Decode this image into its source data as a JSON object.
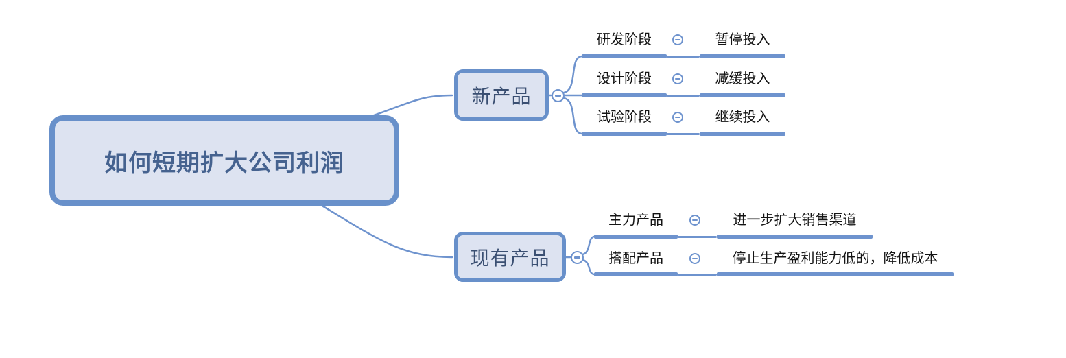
{
  "colors": {
    "accent_blue": "#6E93CE",
    "node_border": "#6890CA",
    "node_fill": "#DDE3F1",
    "root_text": "#45628F",
    "branch_text": "#3A4F72",
    "leaf_text": "#141414",
    "canvas_bg": "#FFFFFF"
  },
  "icons": {
    "collapse": "minus-circle-icon"
  },
  "mindmap": {
    "root": {
      "label": "如何短期扩大公司利润"
    },
    "branches": [
      {
        "label": "新产品",
        "children": [
          {
            "stage": "研发阶段",
            "action": "暂停投入"
          },
          {
            "stage": "设计阶段",
            "action": "减缓投入"
          },
          {
            "stage": "试验阶段",
            "action": "继续投入"
          }
        ]
      },
      {
        "label": "现有产品",
        "children": [
          {
            "stage": "主力产品",
            "action": "进一步扩大销售渠道"
          },
          {
            "stage": "搭配产品",
            "action": "停止生产盈利能力低的，降低成本"
          }
        ]
      }
    ]
  }
}
